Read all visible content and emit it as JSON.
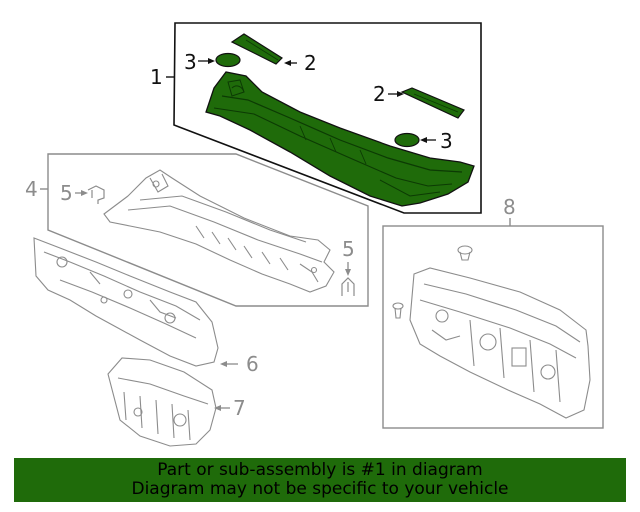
{
  "callouts": {
    "c1": "1",
    "c2a": "2",
    "c2b": "2",
    "c3a": "3",
    "c3b": "3",
    "c4": "4",
    "c5a": "5",
    "c5b": "5",
    "c6": "6",
    "c7": "7",
    "c8": "8"
  },
  "banner": {
    "line1": "Part or sub-assembly is #1 in diagram",
    "line2": "Diagram may not be specific to your vehicle"
  },
  "colors": {
    "highlight_green": "#1f6b0a",
    "part_outline": "#8c8c8c",
    "active_outline": "#111111"
  }
}
